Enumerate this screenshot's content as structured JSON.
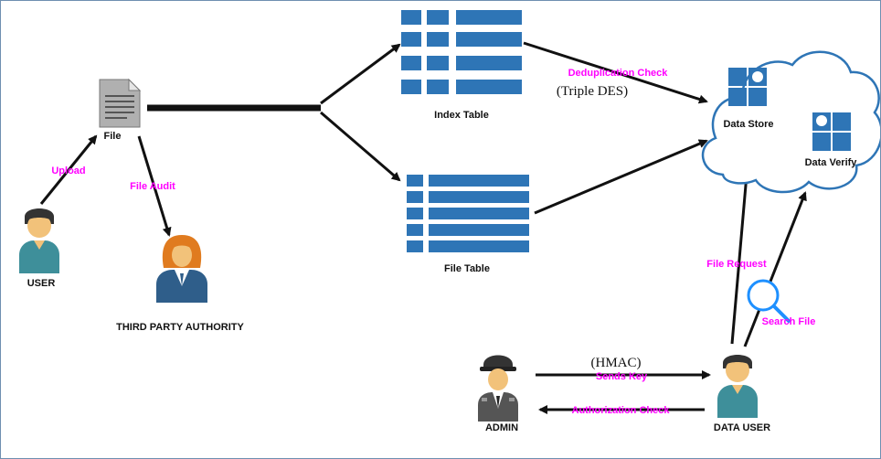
{
  "nodes": {
    "file": "File",
    "user": "USER",
    "third_party": "THIRD PARTY AUTHORITY",
    "index_table": "Index Table",
    "file_table": "File Table",
    "data_store": "Data Store",
    "data_verify": "Data Verify",
    "admin": "ADMIN",
    "data_user": "DATA USER"
  },
  "edges": {
    "upload": "Upload",
    "file_audit": "File Audit",
    "dedup_check": "Deduplication Check",
    "triple_des": "(Triple DES)",
    "file_request": "File Request",
    "search_file": "Search File",
    "hmac": "(HMAC)",
    "sends_key": "Sends Key",
    "auth_check": "Authorization Check"
  },
  "colors": {
    "table_blue": "#2e75b6",
    "cloud_stroke": "#2e75b6",
    "edge_text": "#ff00ff",
    "person_shirt": "#3e8f9a",
    "person_skin": "#f2c27a",
    "person_hair": "#333333",
    "third_party_hair": "#e07b1f",
    "third_party_suit": "#2f5e8a",
    "admin_uniform": "#555555",
    "magnifier": "#1e90ff"
  },
  "icons": {
    "file": "document-icon",
    "user": "person-icon",
    "third_party": "female-officer-icon",
    "admin": "police-officer-icon",
    "data_user": "person-icon",
    "search": "magnifier-icon",
    "cloud": "cloud-icon"
  }
}
